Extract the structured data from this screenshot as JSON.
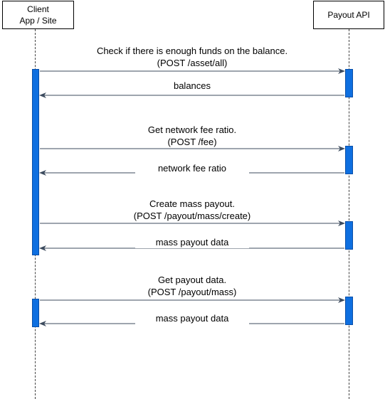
{
  "participants": {
    "client": {
      "line1": "Client",
      "line2": "App / Site"
    },
    "api": {
      "label": "Payout API"
    }
  },
  "messages": [
    {
      "direction": "request",
      "line1": "Check if there is enough funds on the balance.",
      "line2": "(POST /asset/all)"
    },
    {
      "direction": "response",
      "line1": "balances"
    },
    {
      "direction": "request",
      "line1": "Get network fee ratio.",
      "line2": "(POST /fee)"
    },
    {
      "direction": "response",
      "line1": "network fee ratio"
    },
    {
      "direction": "request",
      "line1": "Create mass payout.",
      "line2": "(POST /payout/mass/create)"
    },
    {
      "direction": "response",
      "line1": "mass payout data"
    },
    {
      "direction": "request",
      "line1": "Get payout data.",
      "line2": "(POST /payout/mass)"
    },
    {
      "direction": "response",
      "line1": "mass payout data"
    }
  ],
  "colors": {
    "activation": "#0e6fe0",
    "line": "#3c4b5e"
  }
}
